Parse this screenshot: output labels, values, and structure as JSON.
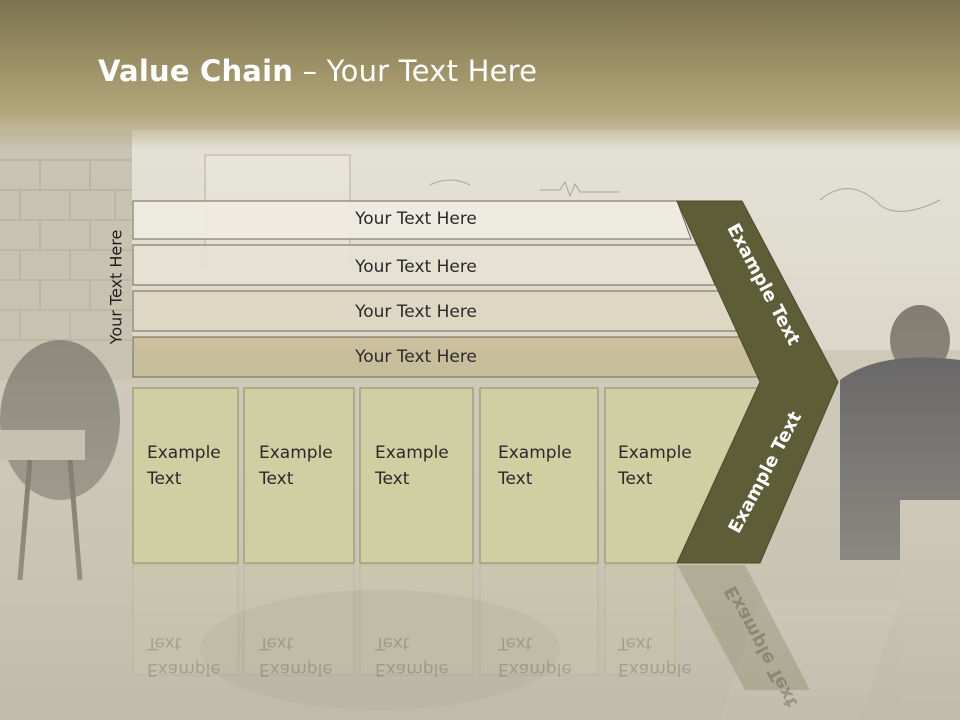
{
  "title": {
    "bold": "Value Chain",
    "rest": " – Your Text Here"
  },
  "side_label": "Your Text Here",
  "rows": [
    {
      "label": "Your Text Here"
    },
    {
      "label": "Your Text Here"
    },
    {
      "label": "Your Text Here"
    },
    {
      "label": "Your Text Here"
    }
  ],
  "boxes": [
    {
      "line1": "Example",
      "line2": "Text"
    },
    {
      "line1": "Example",
      "line2": "Text"
    },
    {
      "line1": "Example",
      "line2": "Text"
    },
    {
      "line1": "Example",
      "line2": "Text"
    },
    {
      "line1": "Example",
      "line2": "Text"
    }
  ],
  "chevron": {
    "upper": "Example Text",
    "lower": "Example Text"
  },
  "colors": {
    "chevron": "#5d5e38",
    "box_fill": "#cfcfa1",
    "row_fills": [
      "#efece3",
      "#e6e2d4",
      "#ddd6c2",
      "#c9bd98"
    ]
  }
}
